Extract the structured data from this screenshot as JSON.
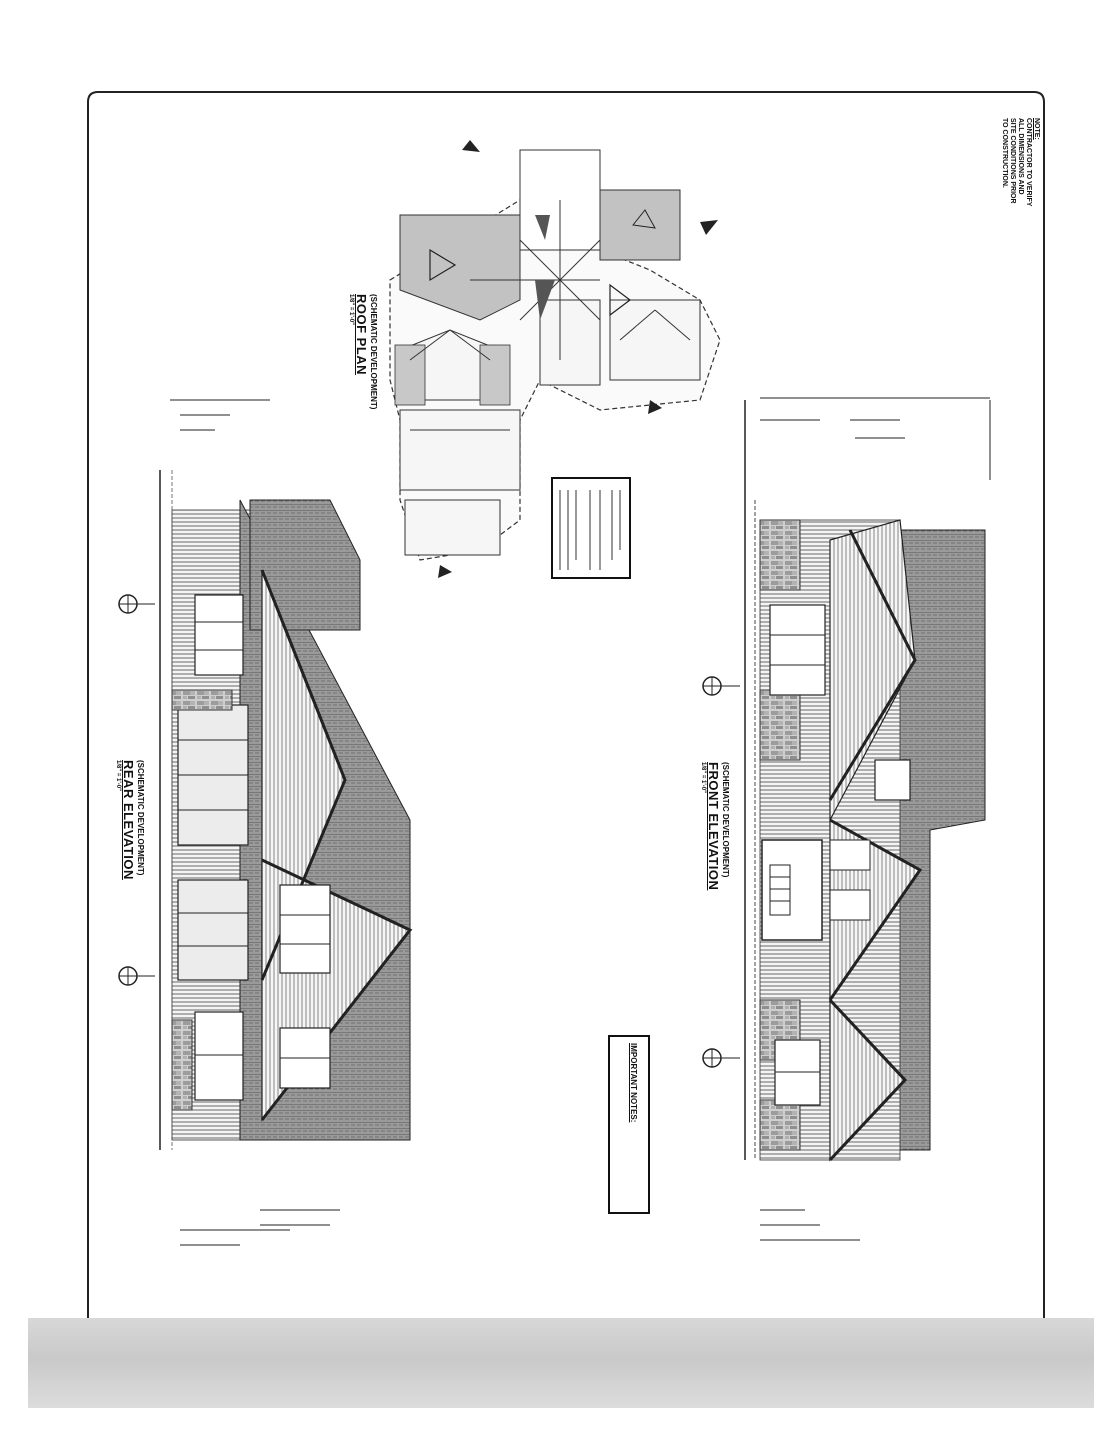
{
  "sheet_note": {
    "heading": "NOTE:",
    "lines": [
      "CONTRACTOR TO VERIFY",
      "ALL DIMENSIONS AND",
      "SITE CONDITIONS PRIOR",
      "TO CONSTRUCTION."
    ]
  },
  "roof_plan": {
    "subtitle": "(SCHEMATIC DEVELOPMENT)",
    "title": "ROOF PLAN",
    "scale": "1/8\" = 1'-0\""
  },
  "rear_elevation": {
    "subtitle": "(SCHEMATIC DEVELOPMENT)",
    "title": "REAR ELEVATION",
    "scale": "1/8\" = 1'-0\""
  },
  "front_elevation": {
    "subtitle": "(SCHEMATIC DEVELOPMENT)",
    "title": "FRONT ELEVATION",
    "scale": "1/8\" = 1'-0\""
  },
  "important_notes": {
    "heading": "IMPORTANT NOTES:"
  },
  "colors": {
    "ink": "#111111",
    "roof_shade": "#bdbdbd",
    "scan_band": "#cfcfcf"
  }
}
